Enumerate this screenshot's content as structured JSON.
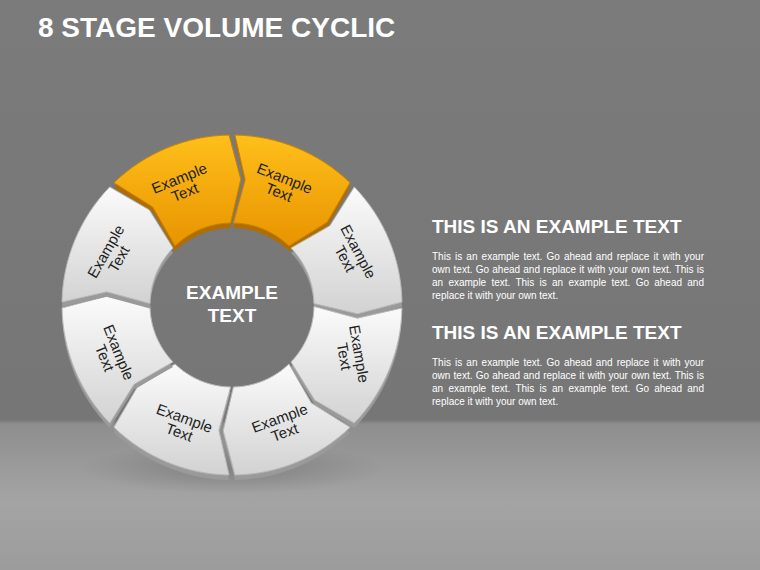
{
  "diagram": {
    "title": "8 STAGE VOLUME CYCLIC",
    "nodes": [
      {
        "text": [
          "Example Text"
        ]
      },
      {
        "text": [
          "Example Text"
        ]
      },
      {
        "text": [
          "Example Text"
        ]
      },
      {
        "text": [
          "Example Text"
        ]
      },
      {
        "text": [
          "Example Text"
        ]
      },
      {
        "text": [
          "Example Text"
        ]
      },
      {
        "text": [
          "Example Text"
        ]
      },
      {
        "text": [
          "Example Text"
        ]
      },
      {
        "text": [
          "EXAMPLE TEXT"
        ]
      },
      {
        "text": [
          "THIS IS AN EXAMPLE TEXT",
          "This is an example text. Go ahead and replace it with your own text. Go ahead and replace it with your own text. This is an example text. This is an example text. Go ahead and replace it with your own text."
        ]
      },
      {
        "text": [
          "THIS IS AN EXAMPLE TEXT",
          "This is an example text. Go ahead and replace it with your own text. Go ahead and replace it with your own text. This is an example text. This is an example text. Go ahead and replace it with your own text."
        ]
      }
    ]
  }
}
